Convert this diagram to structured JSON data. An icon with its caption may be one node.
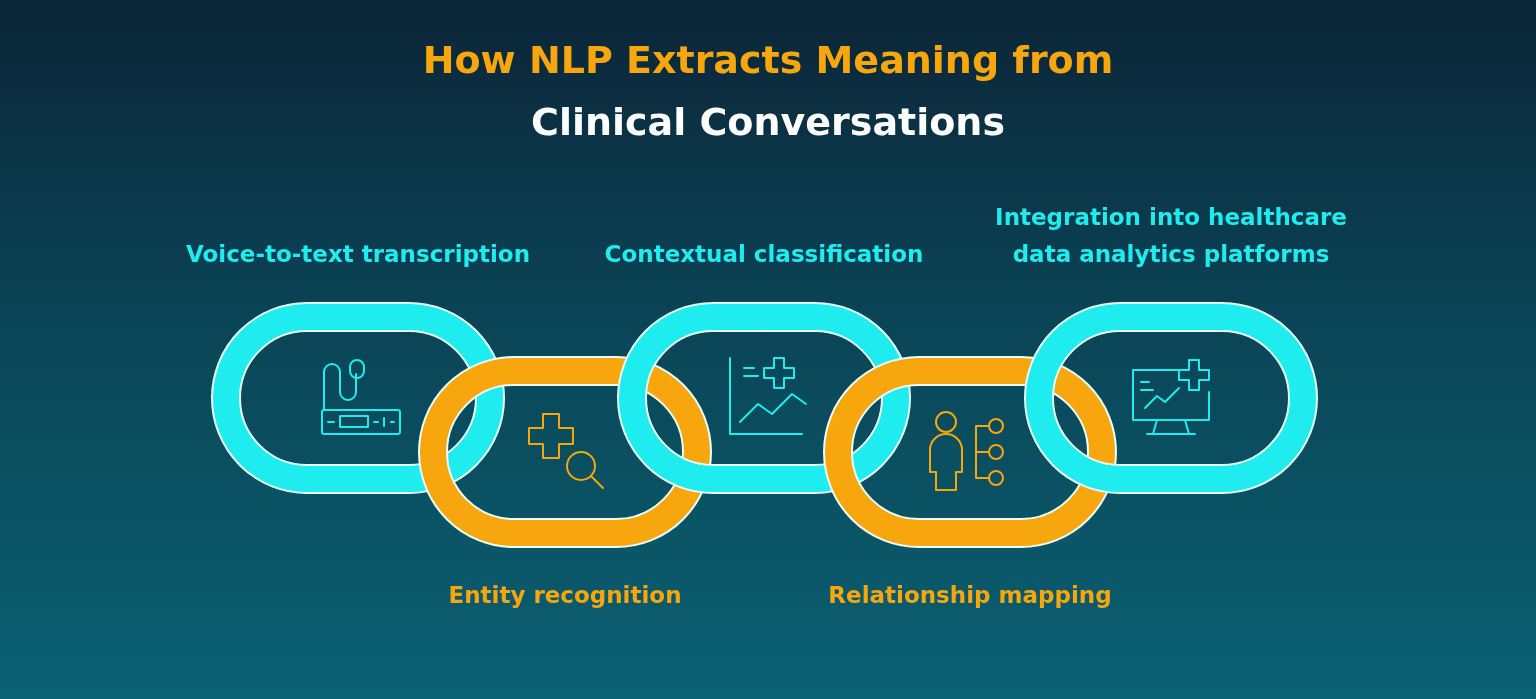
{
  "diagram": {
    "title": "How NLP Extracts Meaning from",
    "nodes": [
      {
        "text": [
          "Voice-to-text transcription"
        ]
      },
      {
        "text": [
          "Entity recognition"
        ]
      },
      {
        "text": [
          "Contextual classification"
        ]
      },
      {
        "text": [
          "Relationship mapping"
        ]
      },
      {
        "text": [
          "Integration into healthcare data analytics platforms"
        ]
      }
    ],
    "labels": [
      "Clinical Conversations"
    ]
  }
}
